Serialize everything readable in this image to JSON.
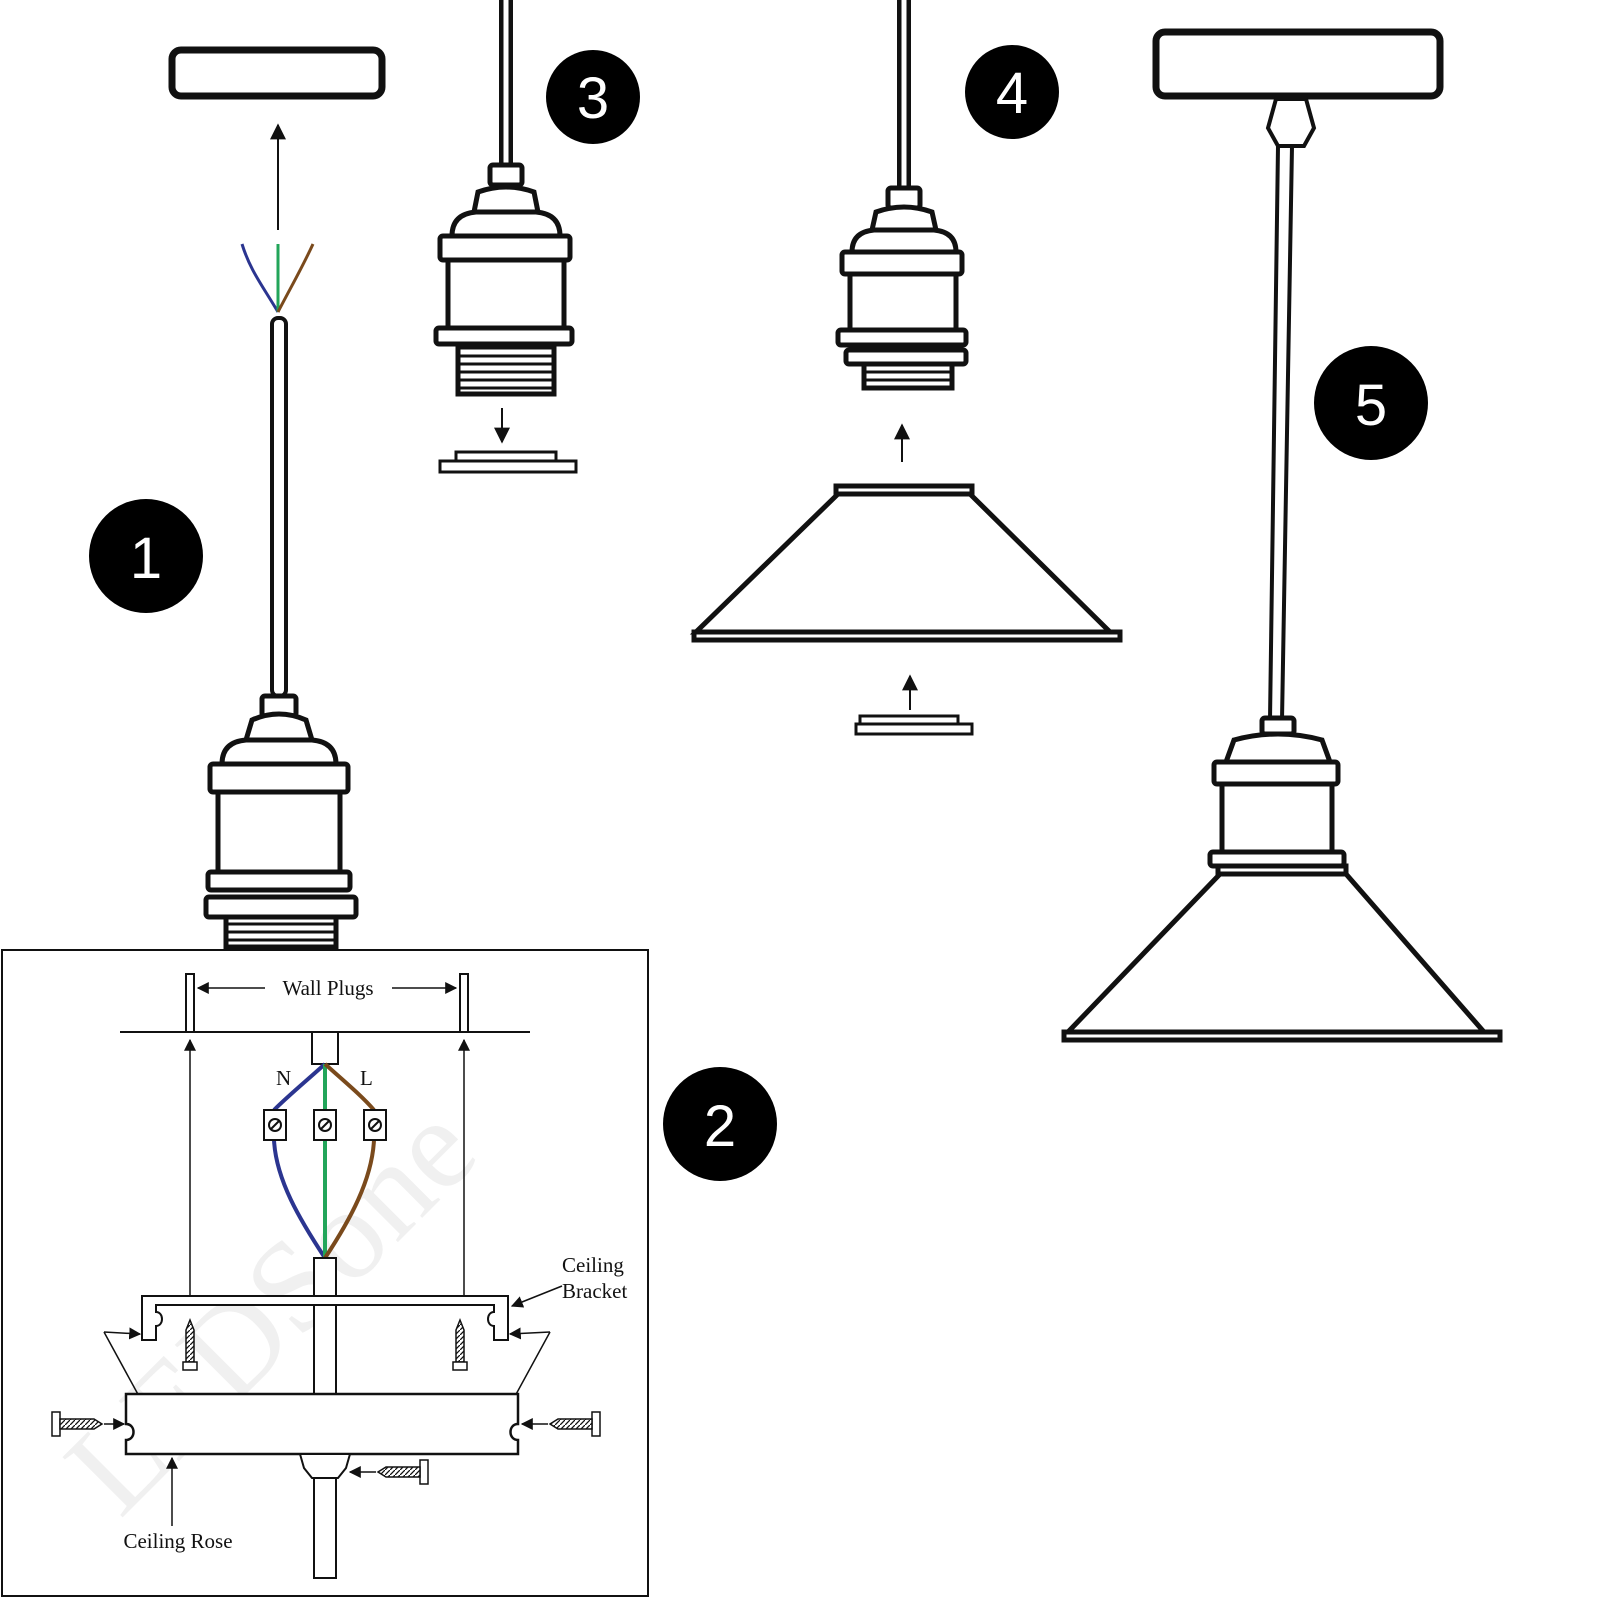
{
  "steps": [
    "1",
    "2",
    "3",
    "4",
    "5"
  ],
  "labels": {
    "wall_plugs": "Wall Plugs",
    "neutral": "N",
    "live": "L",
    "ceiling_bracket_line1": "Ceiling",
    "ceiling_bracket_line2": "Bracket",
    "ceiling_rose": "Ceiling Rose"
  },
  "watermark": "LEDSone",
  "colors": {
    "line": "#111111",
    "neutral_wire": "#2b3590",
    "earth_wire": "#22a55a",
    "live_wire": "#7a4a1c"
  }
}
